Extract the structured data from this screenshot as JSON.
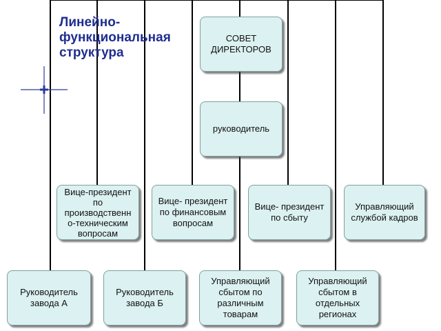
{
  "title": "Линейно-функциональная структура",
  "title_lines": [
    "Линейно-",
    "функциональная",
    "структура"
  ],
  "nodes": {
    "board": [
      "СОВЕТ",
      "ДИРЕКТОРОВ"
    ],
    "head": [
      "руководитель"
    ],
    "vp_production": [
      "Вице-президент",
      "по",
      "производственн",
      "о-техническим",
      "вопросам"
    ],
    "vp_finance": [
      "Вице- президент",
      "по финансовым",
      "вопросам"
    ],
    "vp_sales": [
      "Вице- президент",
      "по сбыту"
    ],
    "hr_manager": [
      "Управляющий",
      "службой кадров"
    ],
    "plant_a_head": [
      "Руководитель",
      "завода А"
    ],
    "plant_b_head": [
      "Руководитель",
      "завода Б"
    ],
    "product_sales_manager": [
      "Управляющий",
      "сбытом по",
      "различным",
      "товарам"
    ],
    "regional_sales_manager": [
      "Управляющий",
      "сбытом в",
      "отдельных",
      "регионах"
    ]
  },
  "colors": {
    "box_fill": "#dcf1f1",
    "box_border": "#7f9f9f",
    "title": "#1f2d8f",
    "line": "#000000",
    "sparkle": "#2a3a9a"
  }
}
